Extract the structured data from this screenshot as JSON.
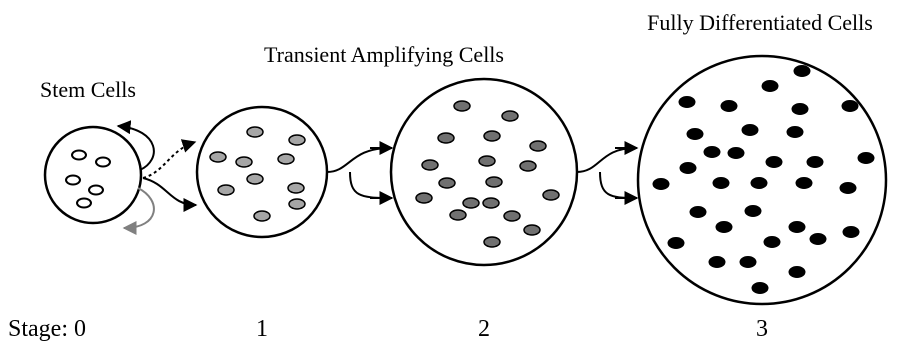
{
  "titles": {
    "stem": "Stem Cells",
    "transient": "Transient Amplifying Cells",
    "differentiated": "Fully Differentiated Cells"
  },
  "stages": {
    "prefix": "Stage: 0",
    "s1": "1",
    "s2": "2",
    "s3": "3"
  },
  "colors": {
    "outline": "#000000",
    "stem_cell_fill": "#ffffff",
    "transient_1_fill": "#a6a6a6",
    "transient_2_fill": "#707070",
    "differentiated_fill": "#000000",
    "self_renew_arrow_grey": "#808080"
  }
}
